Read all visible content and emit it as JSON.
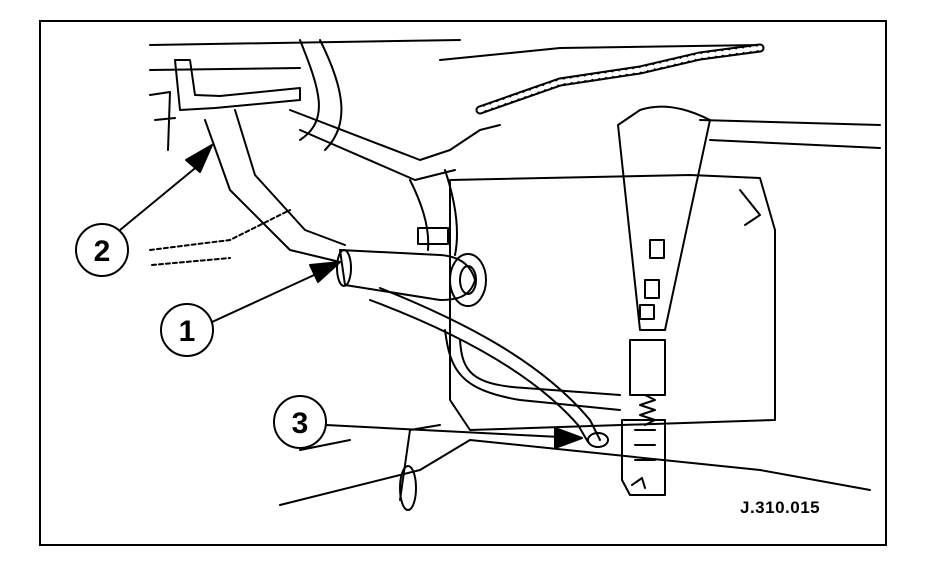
{
  "callouts": [
    {
      "id": "1",
      "label": "1"
    },
    {
      "id": "2",
      "label": "2"
    },
    {
      "id": "3",
      "label": "3"
    }
  ],
  "reference_code": "J.310.015",
  "colors": {
    "ink": "#000000",
    "paper": "#ffffff"
  }
}
